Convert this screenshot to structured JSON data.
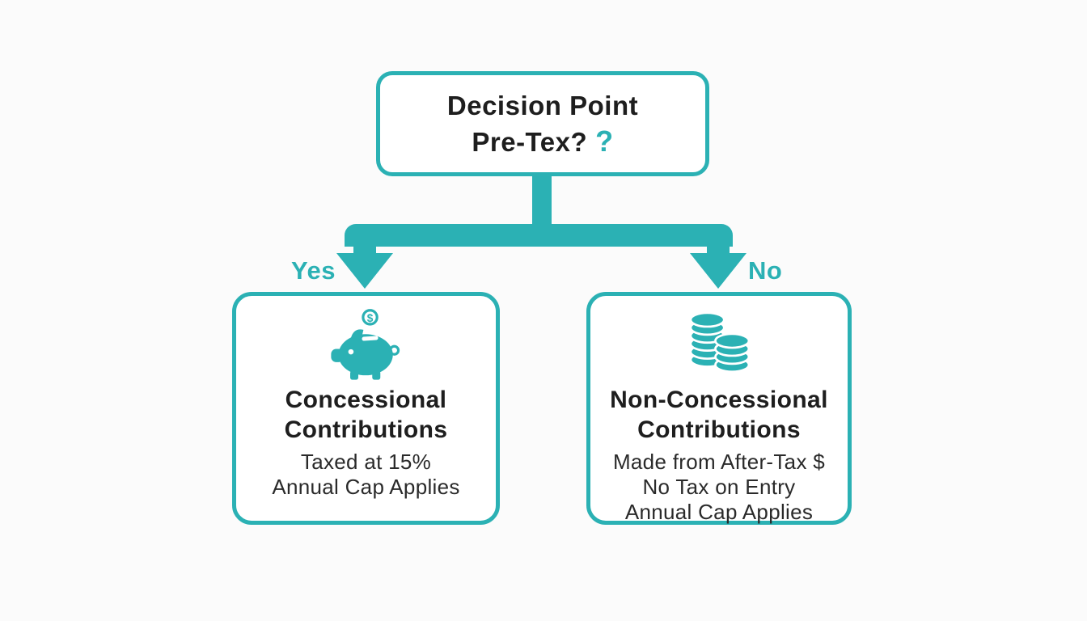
{
  "colors": {
    "teal": "#2bb1b4",
    "text": "#1e1e1e",
    "background": "#fbfbfb",
    "box_fill": "#ffffff"
  },
  "decision": {
    "title": "Decision Point",
    "question": "Pre-Tex?",
    "question_mark": "?"
  },
  "branches": {
    "yes_label": "Yes",
    "no_label": "No"
  },
  "left_box": {
    "icon": "piggy-bank-icon",
    "coin_symbol": "$",
    "title": "Concessional Contributions",
    "details": [
      "Taxed at 15%",
      "Annual Cap Applies"
    ]
  },
  "right_box": {
    "icon": "coin-stack-icon",
    "title": "Non-Concessional Contributions",
    "details": [
      "Made from After-Tax $",
      "No Tax on Entry",
      "Annual Cap Applies"
    ]
  }
}
